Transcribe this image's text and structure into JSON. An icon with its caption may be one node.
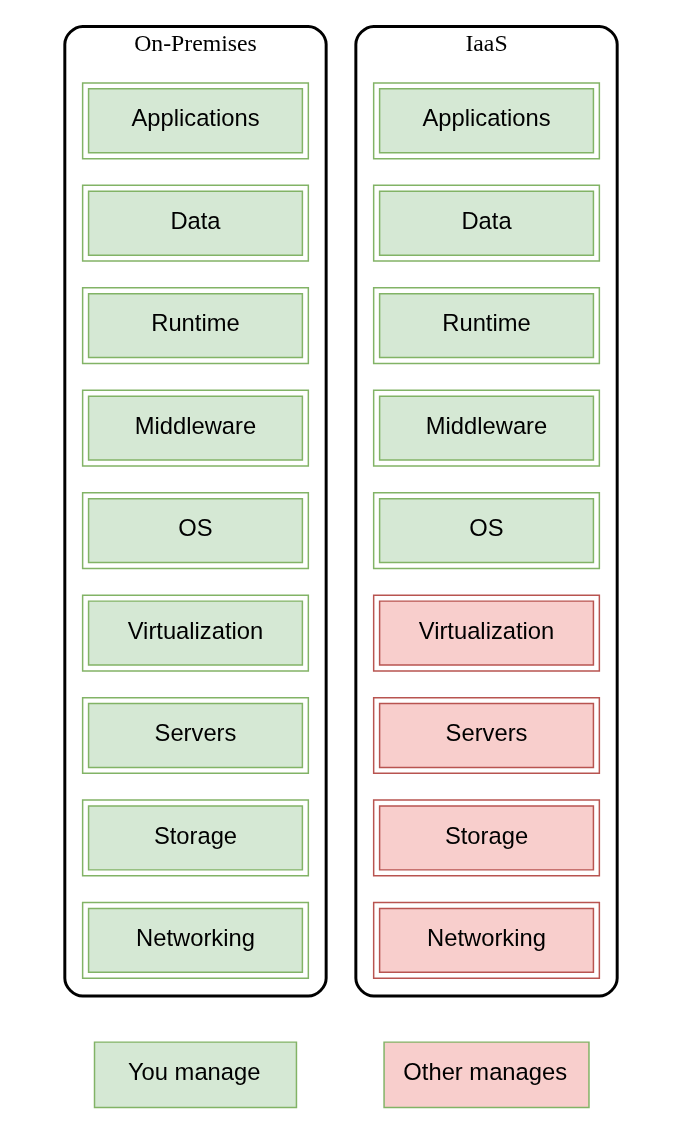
{
  "diagram": {
    "nodes": [
      {
        "text": [
          "On-Premises"
        ]
      },
      {
        "text": [
          "Applications"
        ],
        "in": 0
      },
      {
        "text": [
          "Data"
        ],
        "in": 0
      },
      {
        "text": [
          "Runtime"
        ],
        "in": 0
      },
      {
        "text": [
          "Middleware"
        ],
        "in": 0
      },
      {
        "text": [
          "OS"
        ],
        "in": 0
      },
      {
        "text": [
          "Virtualization"
        ],
        "in": 0
      },
      {
        "text": [
          "Servers"
        ],
        "in": 0
      },
      {
        "text": [
          "Storage"
        ],
        "in": 0
      },
      {
        "text": [
          "Networking"
        ],
        "in": 0
      },
      {
        "text": [
          "IaaS"
        ]
      },
      {
        "text": [
          "Applications"
        ],
        "in": 10
      },
      {
        "text": [
          "Data"
        ],
        "in": 10
      },
      {
        "text": [
          "Runtime"
        ],
        "in": 10
      },
      {
        "text": [
          "Middleware"
        ],
        "in": 10
      },
      {
        "text": [
          "OS"
        ],
        "in": 10
      },
      {
        "text": [
          "Virtualization"
        ],
        "in": 10
      },
      {
        "text": [
          "Servers"
        ],
        "in": 10
      },
      {
        "text": [
          "Storage"
        ],
        "in": 10
      },
      {
        "text": [
          "Networking"
        ],
        "in": 10
      }
    ],
    "edges": [],
    "legend": [
      {
        "text": "You manage",
        "color": "#d5e8d4"
      },
      {
        "text": "Other manages",
        "color": "#f8cecc"
      }
    ]
  }
}
